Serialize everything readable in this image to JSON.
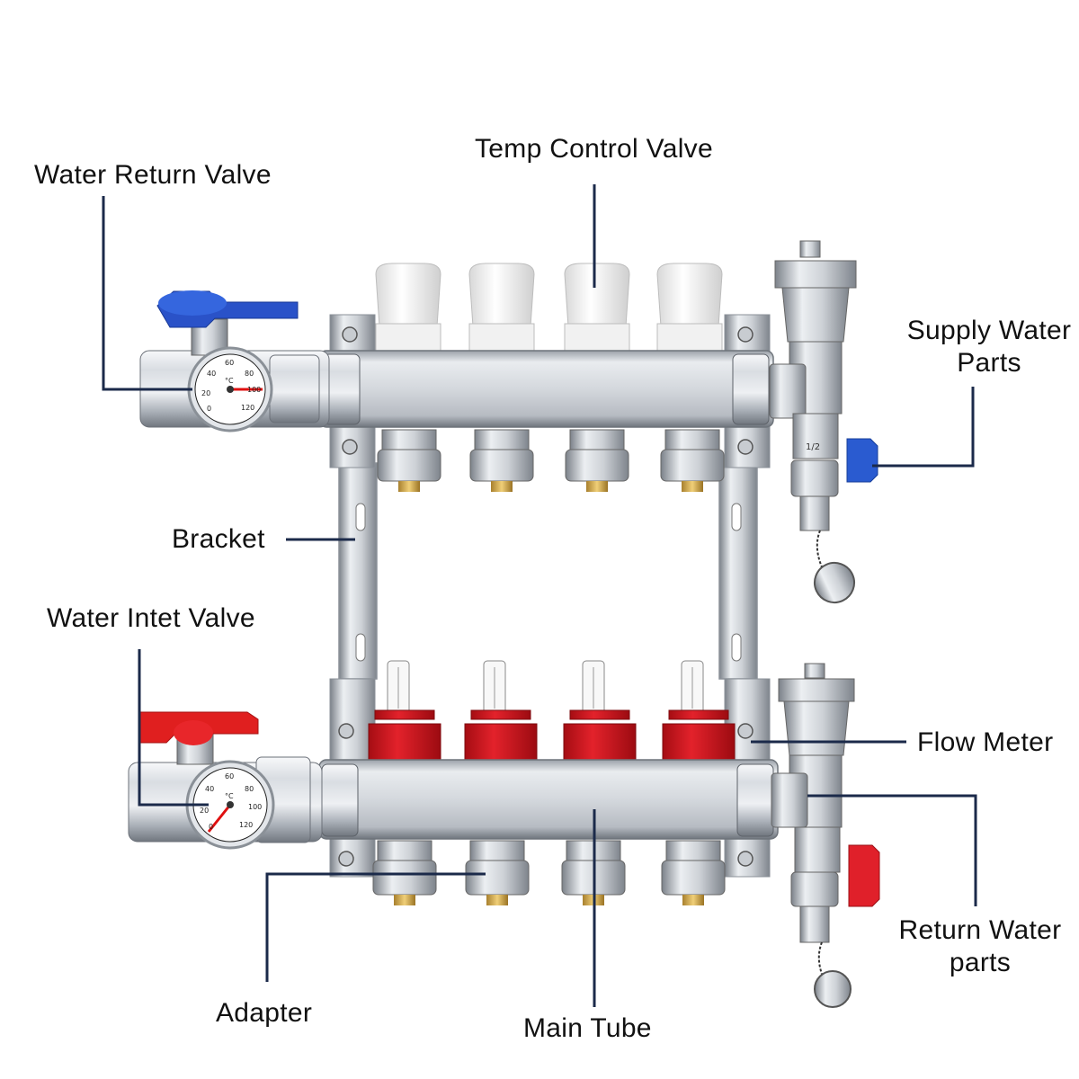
{
  "colors": {
    "leader_line": "#1b2a4a",
    "label_text": "#111111",
    "return_handle": "#2a52c8",
    "inlet_handle": "#e01f1f",
    "supply_handle": "#2a5bd0",
    "return_parts_handle": "#e0202a",
    "flow_meter_body": "#d8161f",
    "chrome": "#c9cdd2",
    "valve_cap": "#f4f4f4"
  },
  "labels": {
    "water_return_valve": "Water Return Valve",
    "temp_control_valve": "Temp Control Valve",
    "supply_water_parts_line1": "Supply Water",
    "supply_water_parts_line2": "Parts",
    "bracket": "Bracket",
    "water_intet_valve": "Water Intet Valve",
    "flow_meter": "Flow Meter",
    "return_water_parts_line1": "Return Water",
    "return_water_parts_line2": "parts",
    "adapter": "Adapter",
    "main_tube": "Main Tube"
  },
  "gauges": {
    "upper": {
      "ticks": [
        "20",
        "40",
        "60",
        "80",
        "100",
        "120"
      ],
      "unit": "°C",
      "zero": "0"
    },
    "lower": {
      "ticks": [
        "20",
        "40",
        "60",
        "80",
        "100",
        "120"
      ],
      "unit": "°C",
      "zero": "0"
    }
  },
  "fitting_marking": "1/2"
}
